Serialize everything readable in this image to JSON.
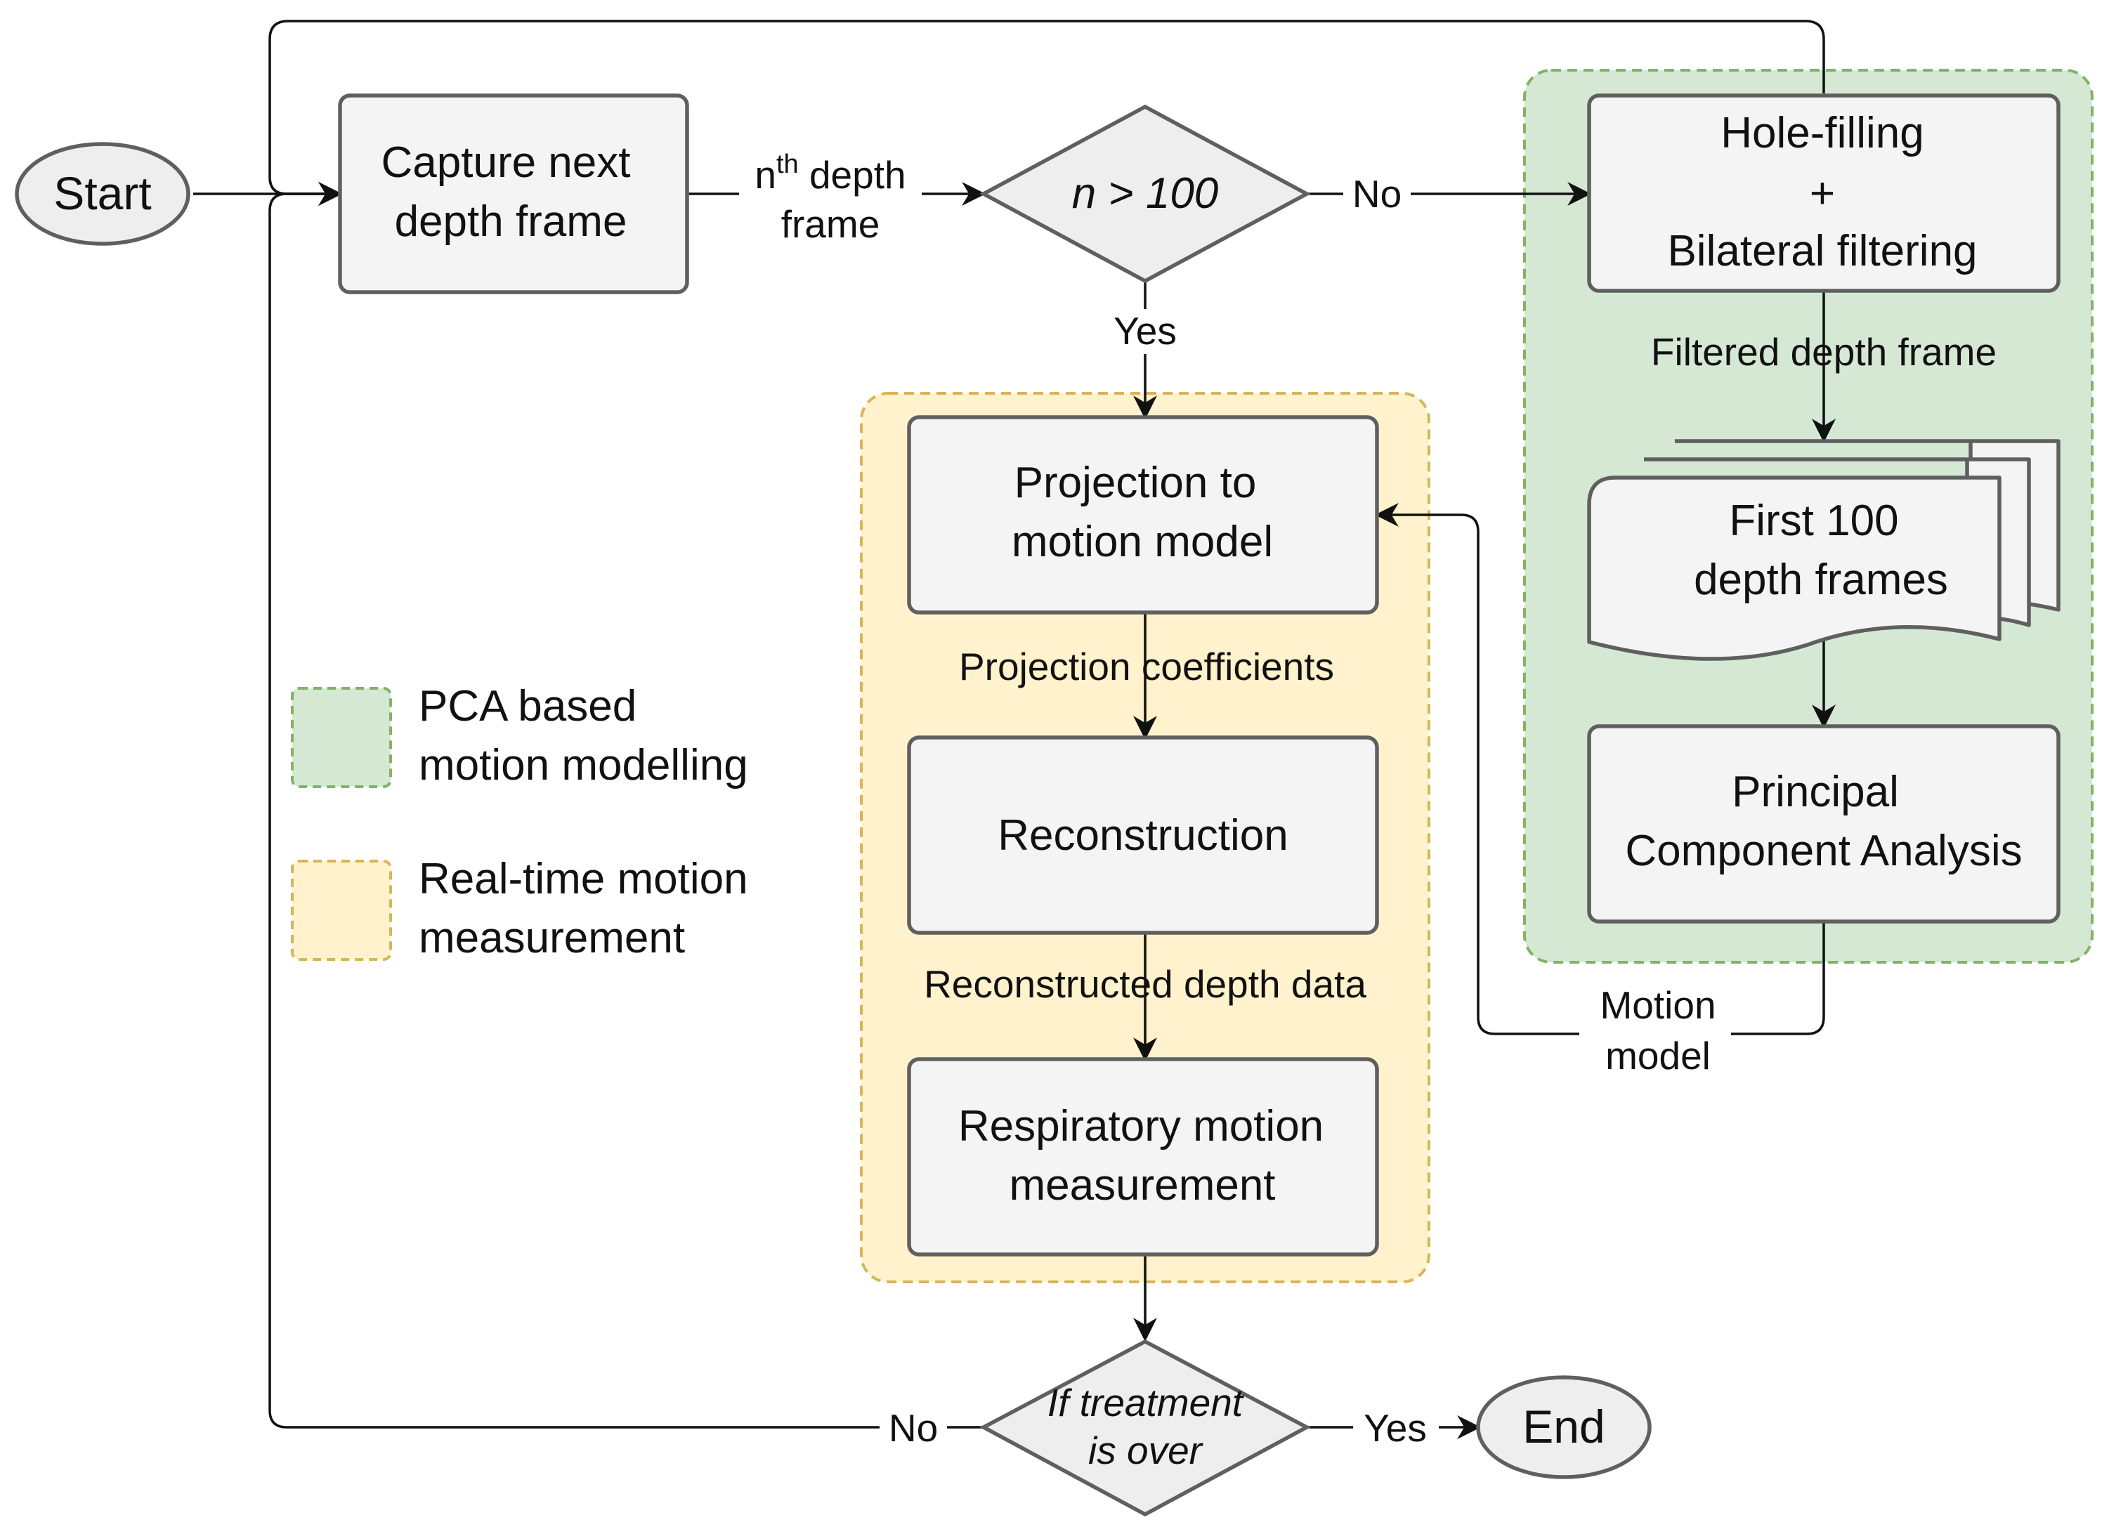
{
  "nodes": {
    "start": "Start",
    "end": "End",
    "capture": [
      "Capture next",
      "depth frame"
    ],
    "decision_n": "n > 100",
    "holefill": [
      "Hole-filling",
      "+",
      "Bilateral filtering"
    ],
    "first100": [
      "First 100",
      "depth frames"
    ],
    "pca": [
      "Principal",
      "Component Analysis"
    ],
    "projection": [
      "Projection to",
      "motion model"
    ],
    "reconstruction": "Reconstruction",
    "respiratory": [
      "Respiratory motion",
      "measurement"
    ],
    "decision_treatment": [
      "If treatment",
      "is over"
    ]
  },
  "edges": {
    "nth_prefix": "n",
    "nth_sup": "th",
    "nth_depth": " depth",
    "nth_frame": "frame",
    "no_top": "No",
    "yes_down": "Yes",
    "filtered": "Filtered depth frame",
    "proj_coeff": "Projection coefficients",
    "recon_data": "Reconstructed depth data",
    "motion_model": [
      "Motion",
      "model"
    ],
    "no_bottom": "No",
    "yes_end": "Yes"
  },
  "legend": {
    "pca_label": [
      "PCA based",
      "motion modelling"
    ],
    "realtime_label": [
      "Real-time motion",
      "measurement"
    ]
  },
  "colors": {
    "pca_group_fill": "#d5e8d4",
    "pca_group_stroke": "#82b366",
    "realtime_group_fill": "#fff2cc",
    "realtime_group_stroke": "#d6b656",
    "node_fill": "#f4f4f4",
    "node_stroke": "#5f5f5f"
  }
}
